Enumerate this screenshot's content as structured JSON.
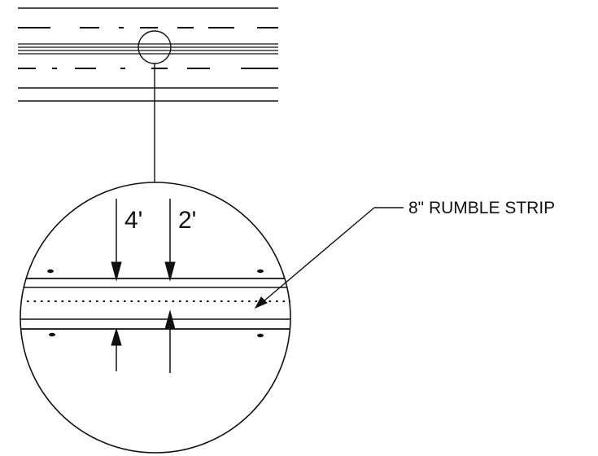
{
  "diagram": {
    "dimension_labels": {
      "offset_4ft": "4'",
      "offset_2ft": "2'"
    },
    "callout": {
      "text": "8\" RUMBLE STRIP"
    },
    "colors": {
      "line": "#111111",
      "background": "#ffffff"
    }
  }
}
